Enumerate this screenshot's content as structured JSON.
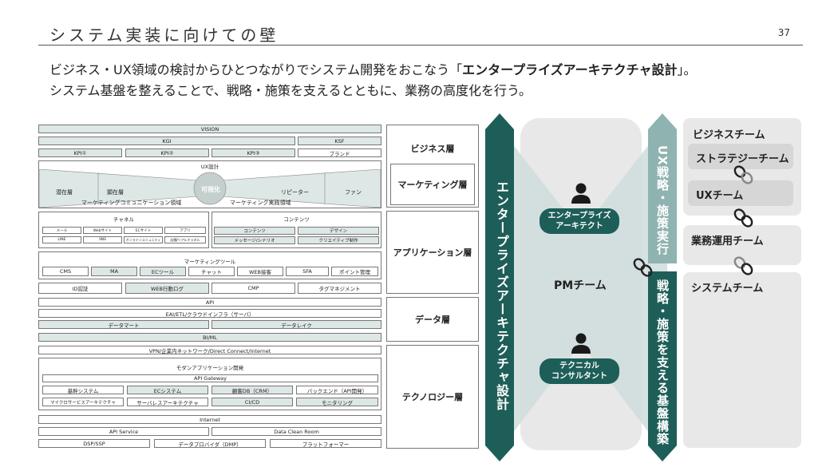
{
  "slide": {
    "title": "システム実装に向けての壁",
    "page_number": "37"
  },
  "lead": {
    "line1_pre": "ビジネス・UX領域の検討からひとつながりでシステム開発をおこなう「",
    "line1_bold": "エンタープライズアーキテクチャ設計",
    "line1_post": "」。",
    "line2": "システム基盤を整えることで、戦略・施策を支えるとともに、業務の高度化を行う。"
  },
  "arch": {
    "vision": "VISION",
    "kgi": "KGI",
    "ksf": "KSF",
    "kpi1": "KPI①",
    "kpi2": "KPI②",
    "kpi3": "KPI③",
    "brand": "ブランド",
    "ux": "UX設計",
    "latent": "潜在層",
    "manifest": "顕在層",
    "visual": "可視化",
    "repeater": "リピーター",
    "fan": "ファン",
    "mc_area": "マーケティングコミュニケーション領域",
    "mp_area": "マーケティング実践領域",
    "channel": "チャネル",
    "contents": "コンテンツ",
    "mail": "メール",
    "website": "Webサイト",
    "ecsite": "ECサイト",
    "app": "アプリ",
    "line": "LINE",
    "sns": "SNS",
    "online_community": "オンラインコミュニティ",
    "store": "店舗/リアルチャネル",
    "content_box": "コンテンツ",
    "design": "デザイン",
    "message": "メッセージ/シナリオ",
    "creative": "クリエイティブ制作",
    "mtools": "マーケティングツール",
    "cms": "CMS",
    "ma": "MA",
    "ectool": "ECツール",
    "chat": "チャット",
    "web_cs": "WEB接客",
    "sfa": "SFA",
    "point": "ポイント管理",
    "id": "ID認証",
    "weblog": "WEB行動ログ",
    "cmp": "CMP",
    "tagm": "タグマネジメント",
    "api": "API",
    "eai": "EAI/ETL/クラウドインフラ（サーバ）",
    "dmart": "データマート",
    "dlake": "データレイク",
    "biml": "BI/ML",
    "vpn": "VPN/企業内ネットワーク/Direct Connect/Internet",
    "modern": "モダンアプリケーション開発",
    "apigw": "API Gateway",
    "core": "基幹システム",
    "ecsys": "ECシステム",
    "crm": "顧客DB（CRM）",
    "backend": "バックエンド（API開発）",
    "micro": "マイクロサービスアーキテクチャ",
    "serverless": "サーバレスアーキテクチャ",
    "cicd": "CI/CD",
    "monitor": "モニタリング",
    "internet": "Internet",
    "apiservice": "API Service",
    "dcr": "Data Clean Room",
    "dsp": "DSP/SSP",
    "dmp": "データプロバイダ（DMP）",
    "platformer": "プラットフォーマー"
  },
  "layers": [
    "ビジネス層",
    "マーケティング層",
    "アプリケーション層",
    "データ層",
    "テクノロジー層"
  ],
  "center": {
    "ea_vertical": "エンタープライズアーキテクチャ設計",
    "ux_vertical": "UX戦略・施策実行",
    "base_vertical": "戦略・施策を支える基盤構築",
    "architect": "エンタープライズ\nアーキテクト",
    "pm_team": "PMチーム",
    "consultant": "テクニカル\nコンサルタント"
  },
  "teams": {
    "business": "ビジネスチーム",
    "strategy": "ストラテジーチーム",
    "ux": "UXチーム",
    "operations": "業務運用チーム",
    "system": "システムチーム"
  },
  "colors": {
    "dark_teal": "#1e5e58",
    "light_teal": "#8fb3b0",
    "panel_gray": "#e8e8e8",
    "box_fill": "#dde7e6"
  }
}
